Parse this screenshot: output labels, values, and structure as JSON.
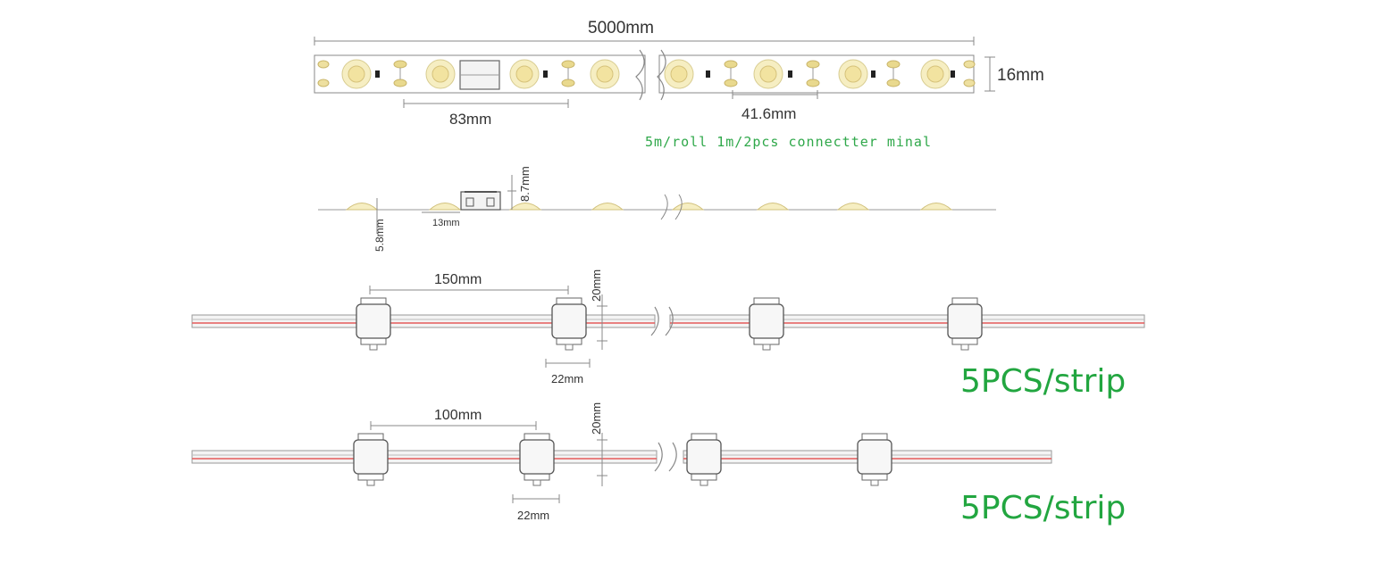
{
  "top_strip": {
    "total_length": "5000mm",
    "width": "16mm",
    "segment": "83mm",
    "pitch": "41.6mm",
    "note": "5m/roll  1m/2pcs connectter minal"
  },
  "side_profile": {
    "connector_height": "8.7mm",
    "led_height": "5.8mm",
    "connector_width": "13mm"
  },
  "cable_a": {
    "spacing": "150mm",
    "height": "20mm",
    "node_width": "22mm",
    "qty": "5PCS/strip"
  },
  "cable_b": {
    "spacing": "100mm",
    "height": "20mm",
    "node_width": "22mm",
    "qty": "5PCS/strip"
  },
  "colors": {
    "line": "#888888",
    "led_fill": "#f6eec2",
    "led_core": "#f2e3a0",
    "red_wire": "#e45a5a",
    "green_text": "#22a640"
  }
}
